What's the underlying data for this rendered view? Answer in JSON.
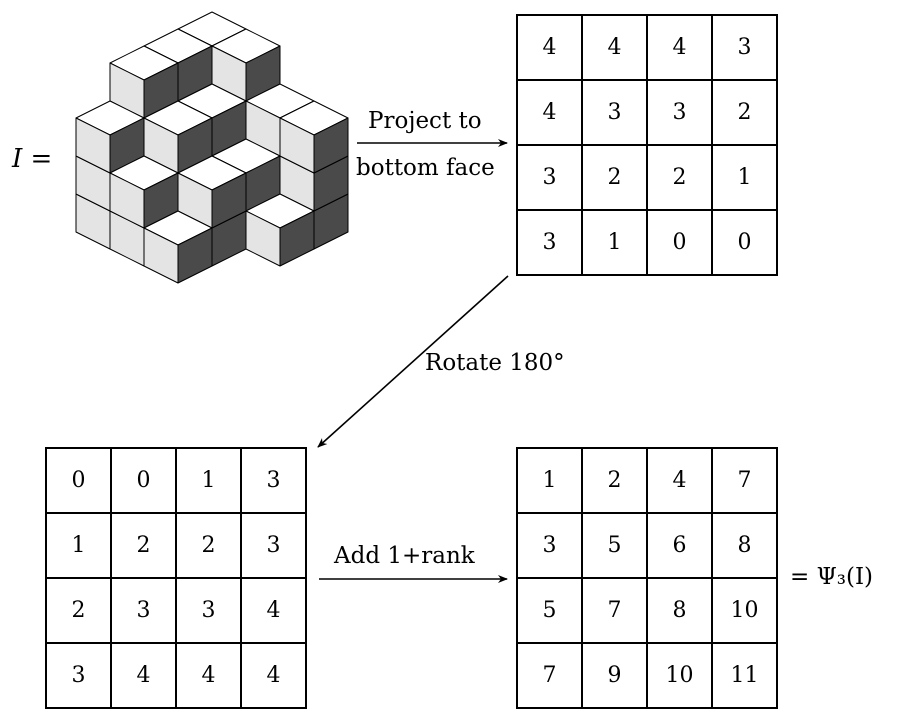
{
  "labels": {
    "i_equals": "I =",
    "project_line1": "Project to",
    "project_line2": "bottom face",
    "rotate": "Rotate 180°",
    "add_rank": "Add 1+rank",
    "result": "= Ψ₃(I)"
  },
  "grids": {
    "projection": [
      [
        "4",
        "4",
        "4",
        "3"
      ],
      [
        "4",
        "3",
        "3",
        "2"
      ],
      [
        "3",
        "2",
        "2",
        "1"
      ],
      [
        "3",
        "1",
        "0",
        "0"
      ]
    ],
    "rotated": [
      [
        "0",
        "0",
        "1",
        "3"
      ],
      [
        "1",
        "2",
        "2",
        "3"
      ],
      [
        "2",
        "3",
        "3",
        "4"
      ],
      [
        "3",
        "4",
        "4",
        "4"
      ]
    ],
    "result": [
      [
        "1",
        "2",
        "4",
        "7"
      ],
      [
        "3",
        "5",
        "6",
        "8"
      ],
      [
        "5",
        "7",
        "8",
        "10"
      ],
      [
        "7",
        "9",
        "10",
        "11"
      ]
    ]
  },
  "colors": {
    "top": "#ffffff",
    "left": "#e4e4e4",
    "right": "#4a4a4a",
    "stroke": "#000000"
  }
}
